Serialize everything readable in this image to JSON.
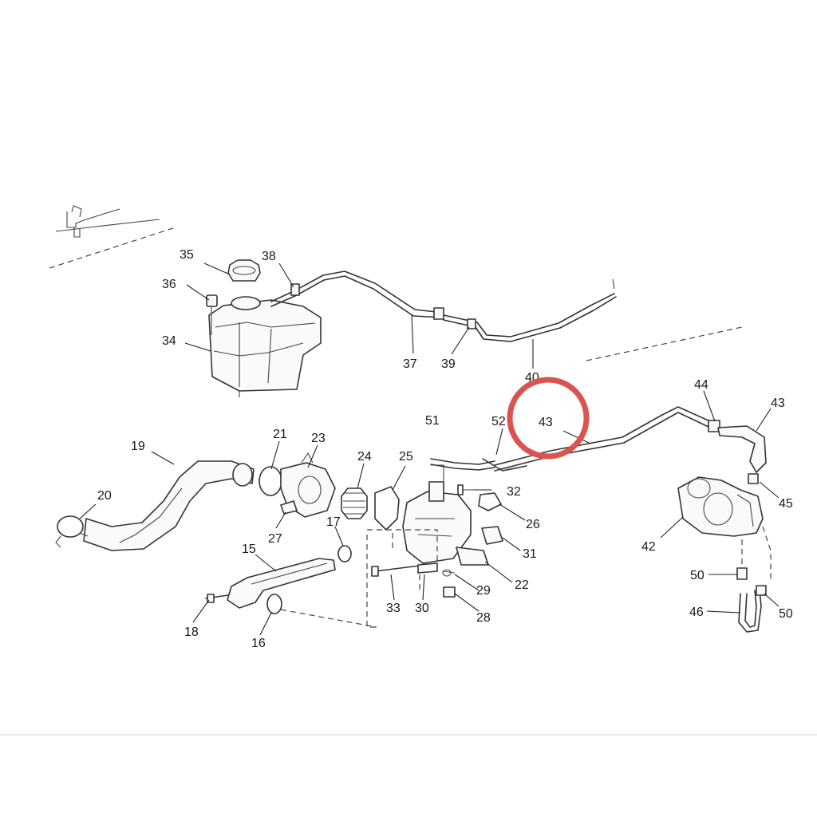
{
  "highlight_color": "#d9534f",
  "highlighted_callout": "43",
  "callouts": {
    "n35": "35",
    "n38": "38",
    "n36": "36",
    "n34": "34",
    "n37": "37",
    "n39": "39",
    "n40": "40",
    "n51": "51",
    "n52": "52",
    "n43_circle": "43",
    "n44": "44",
    "n43_right": "43",
    "n19": "19",
    "n21": "21",
    "n23": "23",
    "n24": "24",
    "n25": "25",
    "n20": "20",
    "n27": "27",
    "n17": "17",
    "n32": "32",
    "n26": "26",
    "n45": "45",
    "n42": "42",
    "n15": "15",
    "n31": "31",
    "n22": "22",
    "n50a": "50",
    "n29": "29",
    "n33": "33",
    "n30": "30",
    "n28": "28",
    "n46": "46",
    "n50b": "50",
    "n18": "18",
    "n16": "16"
  }
}
